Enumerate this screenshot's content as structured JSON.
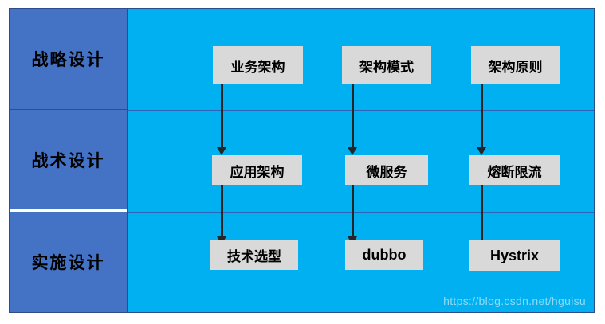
{
  "diagram": {
    "title": "architecture-design-layers",
    "colors": {
      "phase_background": "#4472c4",
      "canvas_background": "#00b0f0",
      "node_background": "#d9d9d9",
      "node_text": "#000000",
      "arrow": "#262626",
      "border": "#2d4d8a",
      "band_divider": "#2f63b8",
      "watermark_text": "#8fd9f5",
      "page_background": "#ffffff"
    },
    "phases": [
      {
        "id": "strategic",
        "label": "战略设计"
      },
      {
        "id": "tactical",
        "label": "战术设计"
      },
      {
        "id": "implementation",
        "label": "实施设计"
      }
    ],
    "columns": [
      {
        "id": "col-1",
        "nodes": [
          {
            "id": "business-architecture",
            "label": "业务架构",
            "script": "cjk"
          },
          {
            "id": "application-architecture",
            "label": "应用架构",
            "script": "cjk"
          },
          {
            "id": "technology-selection",
            "label": "技术选型",
            "script": "cjk"
          }
        ]
      },
      {
        "id": "col-2",
        "nodes": [
          {
            "id": "architecture-pattern",
            "label": "架构模式",
            "script": "cjk"
          },
          {
            "id": "microservice",
            "label": "微服务",
            "script": "cjk"
          },
          {
            "id": "dubbo",
            "label": "dubbo",
            "script": "latin"
          }
        ]
      },
      {
        "id": "col-3",
        "nodes": [
          {
            "id": "architecture-principle",
            "label": "架构原则",
            "script": "cjk"
          },
          {
            "id": "circuit-breaker-rate-limit",
            "label": "熔断限流",
            "script": "cjk"
          },
          {
            "id": "hystrix",
            "label": "Hystrix",
            "script": "latin"
          }
        ]
      }
    ],
    "connections": [
      {
        "id": "conn-business-to-application",
        "from": "business-architecture",
        "to": "application-architecture"
      },
      {
        "id": "conn-application-to-technology",
        "from": "application-architecture",
        "to": "technology-selection"
      },
      {
        "id": "conn-pattern-to-microservice",
        "from": "architecture-pattern",
        "to": "microservice"
      },
      {
        "id": "conn-microservice-to-dubbo",
        "from": "microservice",
        "to": "dubbo"
      },
      {
        "id": "conn-principle-to-circuit",
        "from": "architecture-principle",
        "to": "circuit-breaker-rate-limit"
      },
      {
        "id": "conn-circuit-to-hystrix",
        "from": "circuit-breaker-rate-limit",
        "to": "hystrix"
      }
    ],
    "watermark": "https://blog.csdn.net/hguisu"
  }
}
